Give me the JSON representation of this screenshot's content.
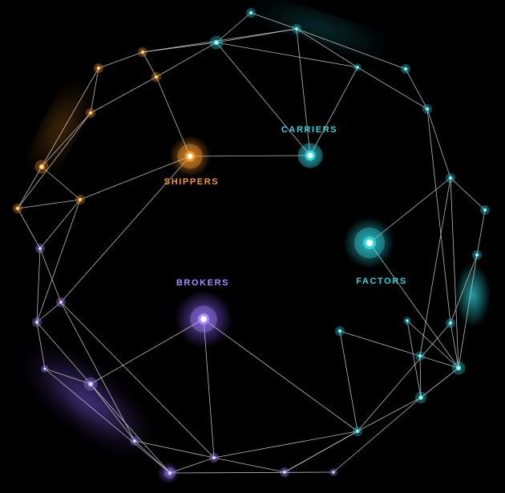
{
  "colors": {
    "background": "#000000",
    "edge": "#d8d8d8",
    "shippers": "#f39a2b",
    "carriers": "#35d3dc",
    "factors": "#35d3dc",
    "brokers": "#a98cff"
  },
  "hubs": [
    {
      "id": "shippers",
      "label": "SHIPPERS",
      "color": "shippers"
    },
    {
      "id": "carriers",
      "label": "CARRIERS",
      "color": "carriers"
    },
    {
      "id": "factors",
      "label": "FACTORS",
      "color": "factors"
    },
    {
      "id": "brokers",
      "label": "BROKERS",
      "color": "brokers"
    }
  ]
}
